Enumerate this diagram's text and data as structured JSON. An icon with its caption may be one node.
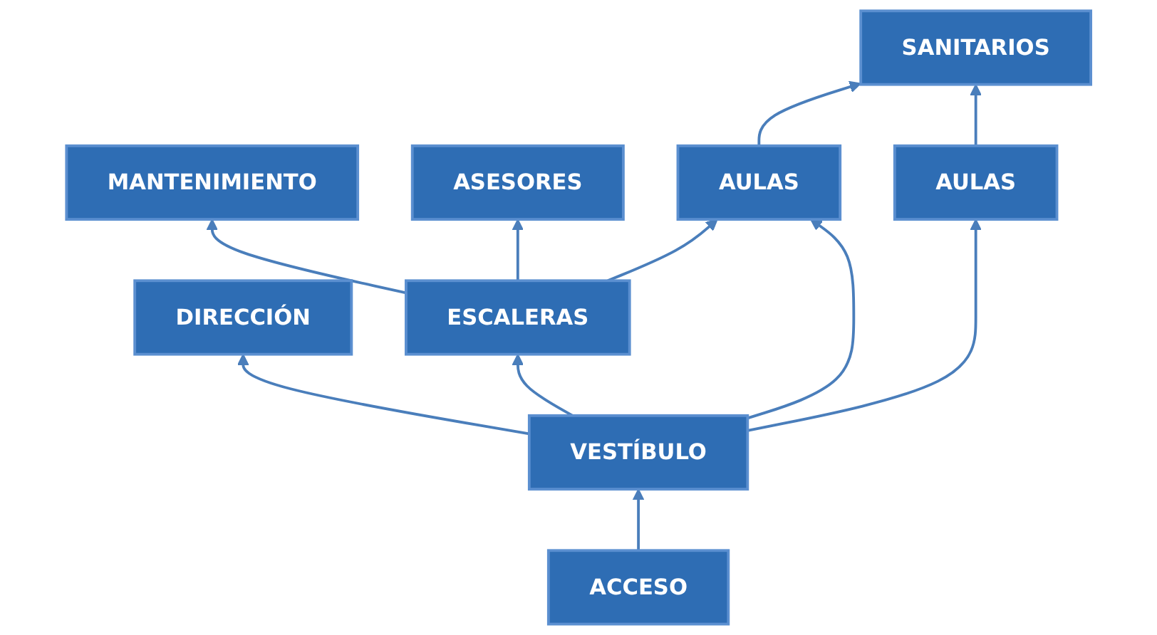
{
  "diagram": {
    "nodes": [
      {
        "text": [
          "SANITARIOS"
        ]
      },
      {
        "text": [
          "MANTENIMIENTO"
        ]
      },
      {
        "text": [
          "ASESORES"
        ]
      },
      {
        "text": [
          "DIRECCIÓN"
        ]
      },
      {
        "text": [
          "ESCALERAS"
        ]
      },
      {
        "text": [
          "AULAS"
        ]
      },
      {
        "text": [
          "VESTÍBULO"
        ]
      },
      {
        "text": [
          "AULAS"
        ]
      },
      {
        "text": [
          "ACCESO"
        ]
      }
    ],
    "edges": [
      {
        "from": 5,
        "to": 0,
        "arrow": "to"
      },
      {
        "from": 7,
        "to": 0,
        "arrow": "to"
      },
      {
        "from": 4,
        "to": 1,
        "arrow": "to"
      },
      {
        "from": 4,
        "to": 2,
        "arrow": "to"
      },
      {
        "from": 6,
        "to": 3,
        "arrow": "to"
      },
      {
        "from": 6,
        "to": 4,
        "arrow": "to"
      },
      {
        "from": 6,
        "to": 5,
        "arrow": "to"
      },
      {
        "from": 6,
        "to": 7,
        "arrow": "to"
      },
      {
        "from": 4,
        "to": 7,
        "arrow": "to"
      },
      {
        "from": 8,
        "to": 6,
        "arrow": "to"
      }
    ]
  }
}
